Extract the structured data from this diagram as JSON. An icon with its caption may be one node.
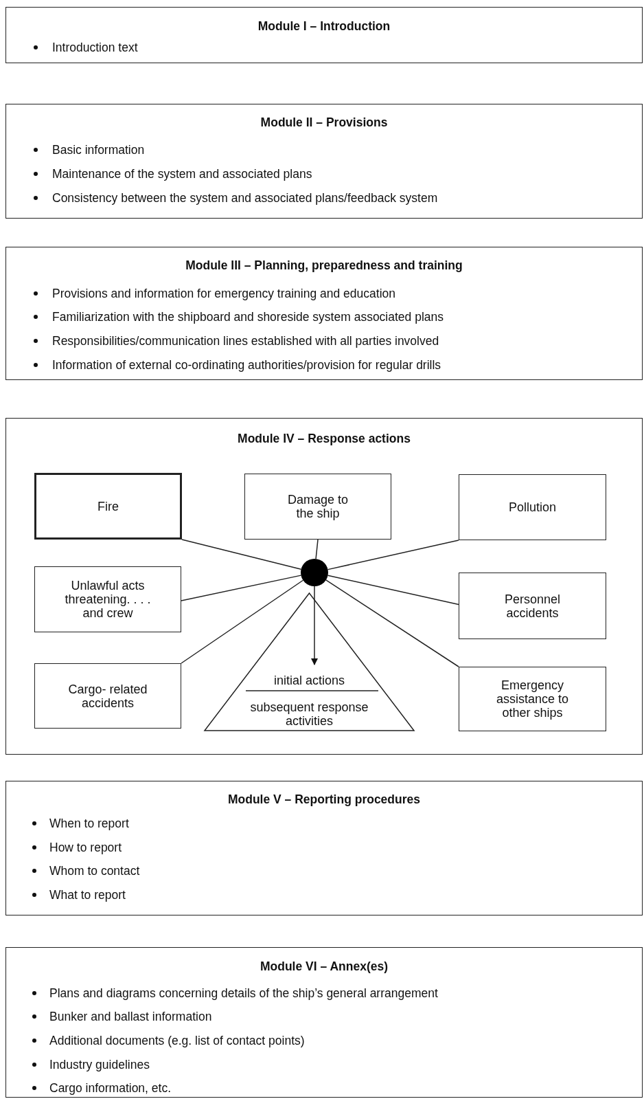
{
  "diagram": {
    "nodes": [
      {
        "text": [
          "Module I – Introduction",
          "Introduction text"
        ]
      },
      {
        "text": [
          "Module II – Provisions",
          "Basic information",
          "Maintenance of the system and associated plans",
          "Consistency between the system and associated plans/feedback system"
        ]
      },
      {
        "text": [
          "Module III – Planning, preparedness and training",
          "Provisions and information for emergency training and education",
          "Familiarization with the shipboard and shoreside system associated plans",
          "Responsibilities/communication lines established with all parties involved",
          "Information of external co-ordinating authorities/provision for regular drills"
        ]
      },
      {
        "text": [
          "Module IV – Response actions"
        ]
      },
      {
        "text": [
          "Fire"
        ],
        "in": 3
      },
      {
        "text": [
          "Damage to the ship"
        ],
        "in": 3
      },
      {
        "text": [
          "Pollution"
        ],
        "in": 3
      },
      {
        "text": [
          "Unlawful acts threatening. . . . and crew"
        ],
        "in": 3
      },
      {
        "text": [],
        "shape": "circle",
        "in": 3
      },
      {
        "text": [
          "Personnel accidents"
        ],
        "in": 3
      },
      {
        "text": [
          "Cargo- related accidents"
        ],
        "in": 3
      },
      {
        "text": [
          "initial actions",
          "subsequent response activities"
        ],
        "in": 3
      },
      {
        "text": [
          "Emergency assistance to other ships"
        ],
        "in": 3
      },
      {
        "text": [
          "Module V – Reporting procedures",
          "When to report",
          "How to report",
          "Whom to contact",
          "What to report"
        ]
      },
      {
        "text": [
          "Module VI – Annex(es)",
          "Plans and diagrams concerning details of the ship’s general arrangement",
          "Bunker and ballast information",
          "Additional documents (e.g. list of contact points)",
          "Industry guidelines",
          "Cargo information, etc."
        ]
      }
    ],
    "edges": [
      {
        "from": 4,
        "to": 8,
        "arrow": "none"
      },
      {
        "from": 5,
        "to": 8,
        "arrow": "none"
      },
      {
        "from": 6,
        "to": 8,
        "arrow": "none"
      },
      {
        "from": 7,
        "to": 8,
        "arrow": "none"
      },
      {
        "from": 9,
        "to": 8,
        "arrow": "none"
      },
      {
        "from": 10,
        "to": 8,
        "arrow": "none"
      },
      {
        "from": 12,
        "to": 8,
        "arrow": "none"
      },
      {
        "from": 8,
        "to": 11,
        "arrow": "to"
      }
    ]
  }
}
